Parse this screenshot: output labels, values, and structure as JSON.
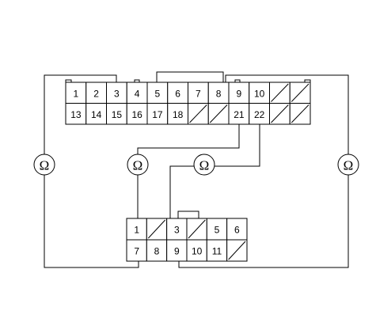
{
  "upper_connector": {
    "top_row": [
      "1",
      "2",
      "3",
      "4",
      "5",
      "6",
      "7",
      "8",
      "9",
      "10",
      "",
      ""
    ],
    "bottom_row": [
      "13",
      "14",
      "15",
      "16",
      "17",
      "18",
      "",
      "",
      "21",
      "22",
      "",
      ""
    ]
  },
  "lower_connector": {
    "top_row": [
      "1",
      "",
      "3",
      "",
      "5",
      "6"
    ],
    "bottom_row": [
      "7",
      "8",
      "9",
      "10",
      "11",
      ""
    ]
  },
  "meters": [
    {
      "symbol": "Ω"
    },
    {
      "symbol": "Ω"
    },
    {
      "symbol": "Ω"
    },
    {
      "symbol": "Ω"
    }
  ]
}
